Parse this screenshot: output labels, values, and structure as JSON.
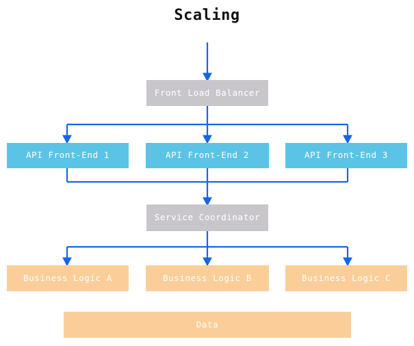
{
  "diagram": {
    "title": "Scaling",
    "colors": {
      "background": "#ffffff",
      "title_text": "#111111",
      "gray_node": "#c9c6cb",
      "cyan_node": "#5bc4e6",
      "peach_node": "#fbce99",
      "node_text": "#ffffff",
      "connector": "#1565e8"
    },
    "nodes": {
      "front_load_balancer": {
        "label": "Front Load Balancer",
        "style": "gray"
      },
      "api_front_end_1": {
        "label": "API Front-End 1",
        "style": "cyan"
      },
      "api_front_end_2": {
        "label": "API Front-End 2",
        "style": "cyan"
      },
      "api_front_end_3": {
        "label": "API Front-End 3",
        "style": "cyan"
      },
      "service_coordinator": {
        "label": "Service Coordinator",
        "style": "gray"
      },
      "business_logic_a": {
        "label": "Business Logic A",
        "style": "peach"
      },
      "business_logic_b": {
        "label": "Business Logic B",
        "style": "peach"
      },
      "business_logic_c": {
        "label": "Business Logic C",
        "style": "peach"
      },
      "data": {
        "label": "Data",
        "style": "peach"
      }
    },
    "edges": [
      {
        "from": "inbound-traffic",
        "to": "front_load_balancer"
      },
      {
        "from": "front_load_balancer",
        "to": "api_front_end_1"
      },
      {
        "from": "front_load_balancer",
        "to": "api_front_end_2"
      },
      {
        "from": "front_load_balancer",
        "to": "api_front_end_3"
      },
      {
        "from": "api_front_end_1",
        "to": "service_coordinator"
      },
      {
        "from": "api_front_end_2",
        "to": "service_coordinator"
      },
      {
        "from": "api_front_end_3",
        "to": "service_coordinator"
      },
      {
        "from": "service_coordinator",
        "to": "business_logic_a"
      },
      {
        "from": "service_coordinator",
        "to": "business_logic_b"
      },
      {
        "from": "service_coordinator",
        "to": "business_logic_c"
      }
    ]
  }
}
